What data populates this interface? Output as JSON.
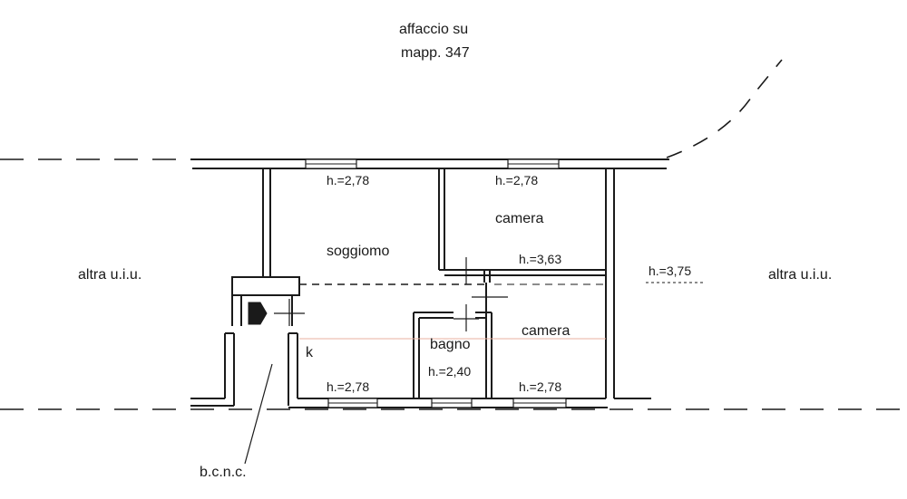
{
  "header": {
    "line1": "affaccio su",
    "line2": "mapp. 347"
  },
  "sides": {
    "left_unit": "altra u.i.u.",
    "right_unit": "altra u.i.u."
  },
  "rooms": {
    "soggiorno": {
      "label": "soggiomo",
      "height_top": "h.=2,78",
      "height_bottom": "h.=2,78"
    },
    "camera_top": {
      "label": "camera",
      "height_top": "h.=2,78",
      "height_bottom": "h.=3,63"
    },
    "camera_bottom": {
      "label": "camera",
      "height": "h.=2,78"
    },
    "bagno": {
      "label": "bagno",
      "height": "h.=2,40"
    },
    "kitchen": {
      "label": "k"
    },
    "outside_right": {
      "height": "h.=3,75"
    }
  },
  "common_area": {
    "label": "b.c.n.c."
  },
  "colors": {
    "ink": "#1a1a1a",
    "paper": "#ffffff",
    "faint_line": "#e8b0a0"
  }
}
